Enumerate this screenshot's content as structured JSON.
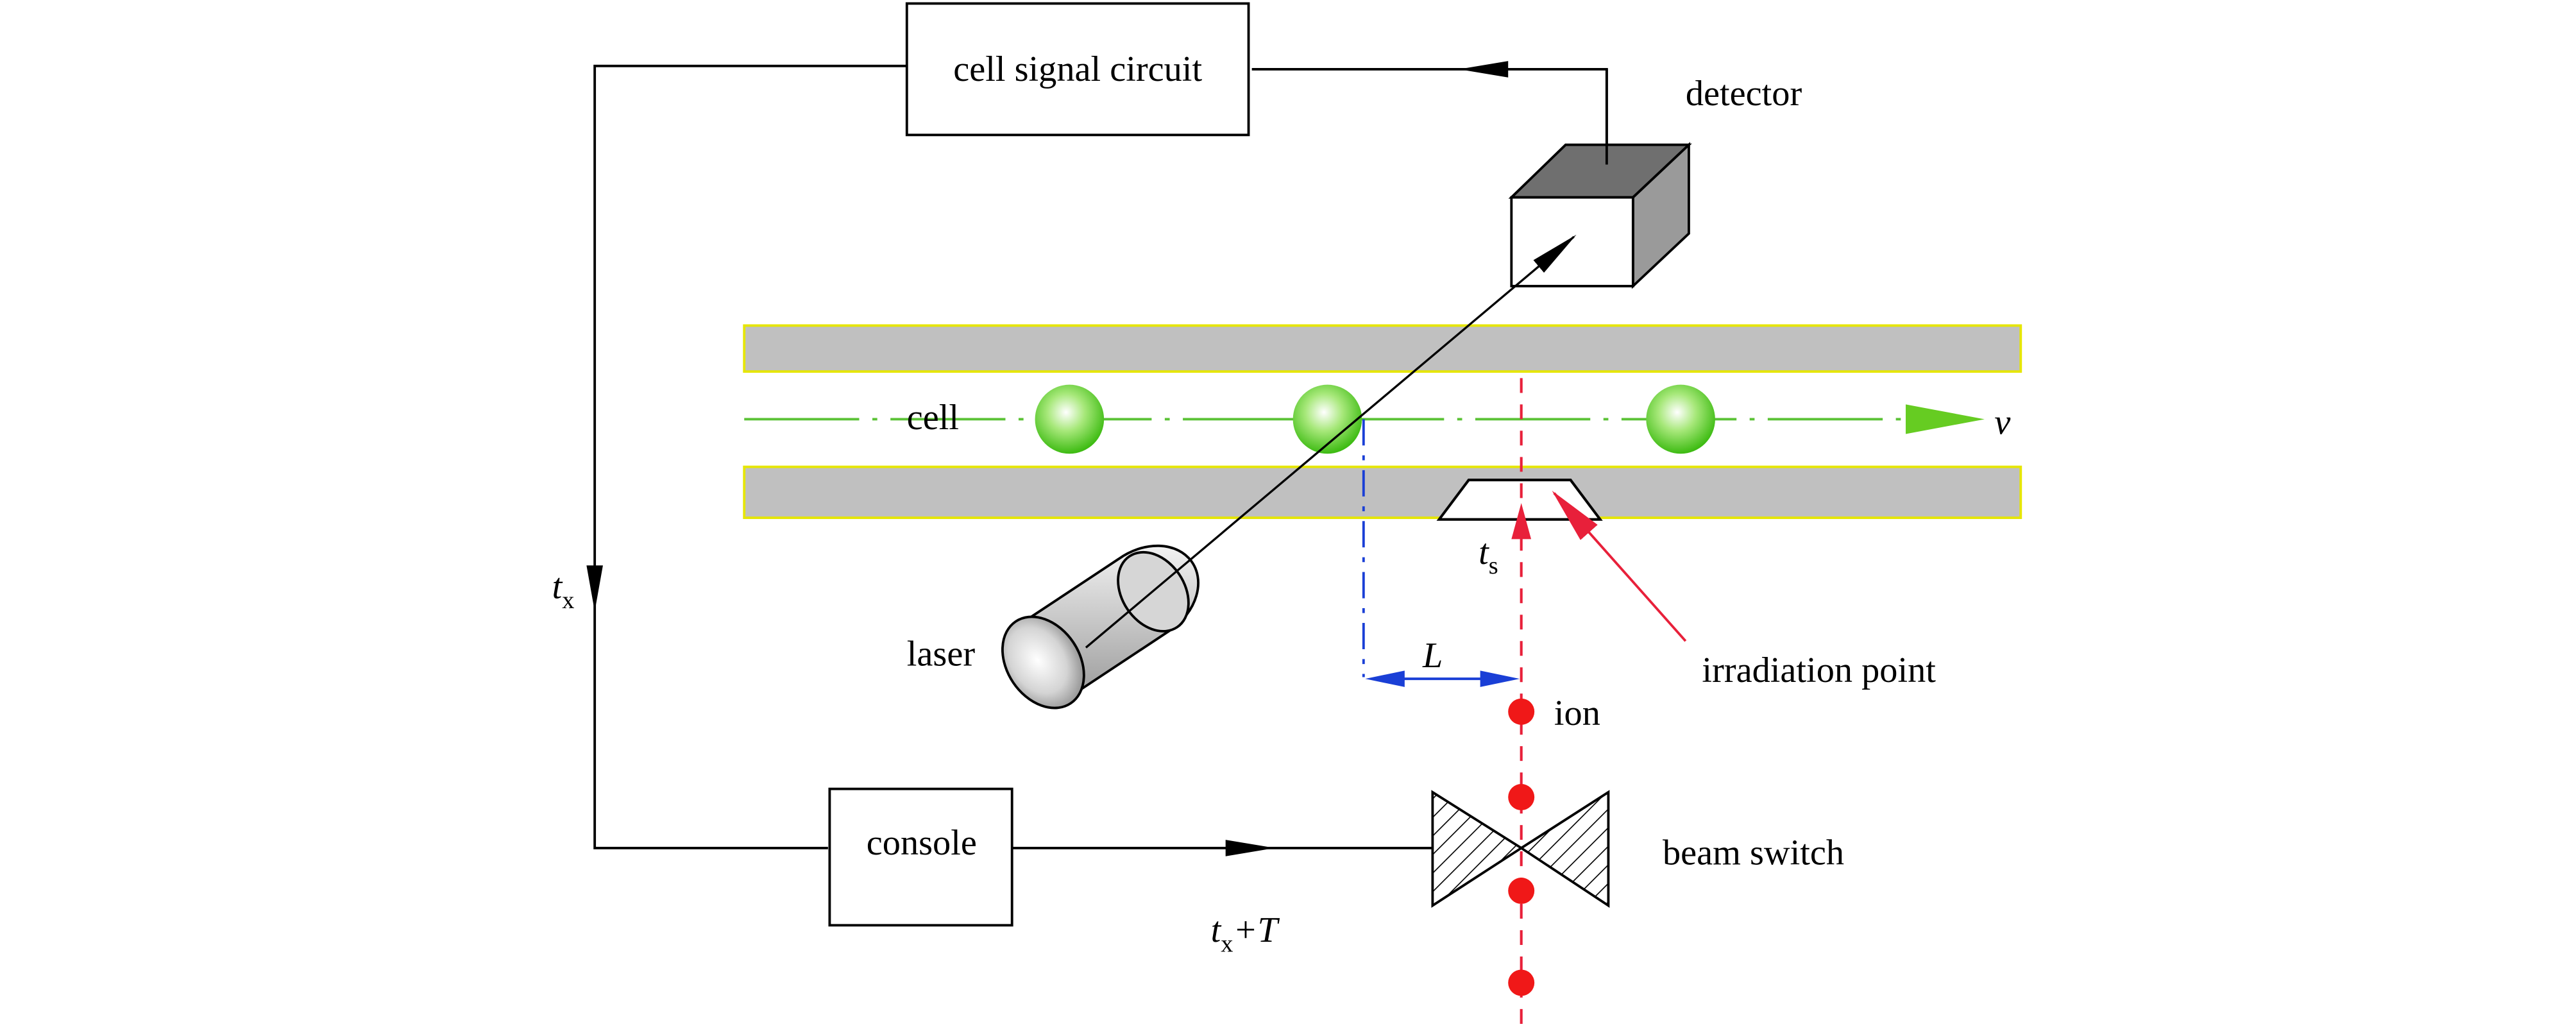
{
  "labels": {
    "cell_signal_circuit": "cell signal circuit",
    "detector": "detector",
    "cell": "cell",
    "velocity": "v",
    "t_s_main": "t",
    "t_s_sub": "s",
    "t_x_main": "t",
    "t_x_sub": "x",
    "laser": "laser",
    "L": "L",
    "irradiation_point": "irradiation point",
    "ion": "ion",
    "console": "console",
    "beam_switch": "beam switch",
    "txT_main": "t",
    "txT_sub": "x",
    "txT_suffix": "+T"
  },
  "colors": {
    "tube": "#c0c0c0",
    "tube_edge": "#e6e600",
    "flow_line": "#5bc236",
    "cell_fill": "#4cc41c",
    "ion_beam": "#e8203a",
    "ion": "#f01818",
    "measure": "#1a3fd6",
    "signal": "#000000"
  },
  "icons": [
    "detector-box-icon",
    "laser-cylinder-icon",
    "beam-switch-icon",
    "cell-sphere-icon",
    "ion-dot-icon"
  ]
}
